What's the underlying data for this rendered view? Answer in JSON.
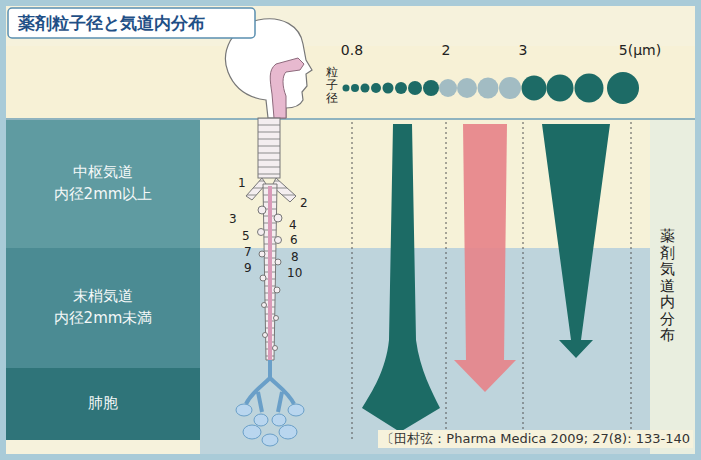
{
  "diagram": {
    "title": "薬剤粒子径と気道内分布",
    "caption": "〔田村弦：Pharma Medica 2009; 27(8): 133-140",
    "nodes": [
      {
        "text": [
          "中枢気道",
          "内径2mm以上"
        ]
      },
      {
        "text": [
          "末梢気道",
          "内径2mm未満"
        ]
      },
      {
        "text": [
          "肺胞"
        ]
      }
    ],
    "labels": [
      "0.8",
      "2",
      "3",
      "5(μm)",
      "粒子径",
      "薬剤気道内分布",
      "1",
      "2",
      "3",
      "4",
      "5",
      "6",
      "7",
      "8",
      "9",
      "10"
    ]
  }
}
